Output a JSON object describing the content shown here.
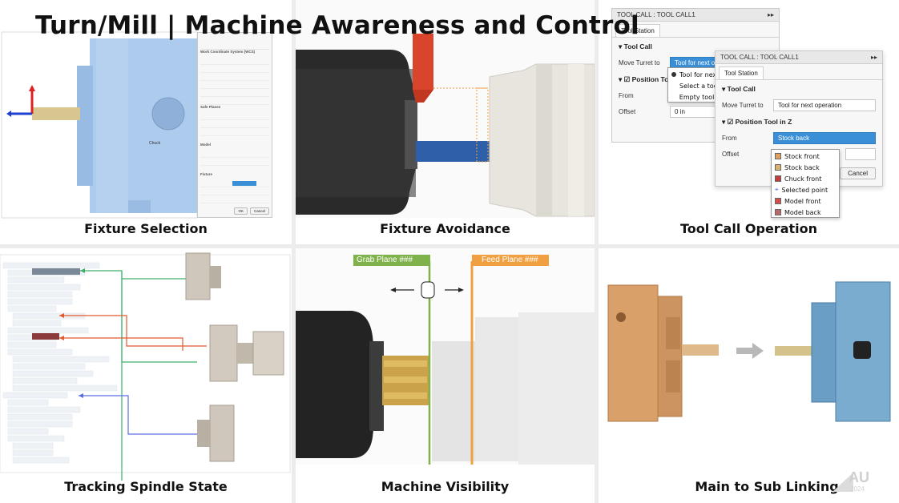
{
  "title": "Turn/Mill | Machine Awareness and Control",
  "captions": {
    "fixture_selection": "Fixture Selection",
    "fixture_avoidance": "Fixture Avoidance",
    "tool_call_operation": "Tool Call Operation",
    "tracking_spindle_state": "Tracking Spindle State",
    "machine_visibility": "Machine Visibility",
    "main_to_sub_linking": "Main to Sub Linking"
  },
  "watermark": {
    "brand": "AU",
    "year": "2024"
  },
  "fixture_panel": {
    "sections": [
      "Work Coordinate System (WCS)",
      "Safe Planes",
      "Model",
      "Fixture"
    ],
    "buttons": {
      "ok": "OK",
      "cancel": "Cancel"
    },
    "tooltip": "Chuck"
  },
  "tool_call_back": {
    "header": "TOOL CALL : TOOL CALL1",
    "tab": "Tool Station",
    "section_tool_call": "Tool Call",
    "move_turret_label": "Move Turret to",
    "move_turret_value": "Tool for next op",
    "section_position": "Position To",
    "from_label": "From",
    "offset_label": "Offset",
    "offset_value": "0 in",
    "options": [
      "Tool for next",
      "Select a tool",
      "Empty tool s"
    ]
  },
  "tool_call_front": {
    "header": "TOOL CALL : TOOL CALL1",
    "tab": "Tool Station",
    "section_tool_call": "Tool Call",
    "move_turret_label": "Move Turret to",
    "move_turret_value": "Tool for next operation",
    "section_position": "Position Tool in Z",
    "from_label": "From",
    "from_value": "Stock back",
    "offset_label": "Offset",
    "cancel": "Cancel",
    "from_options": [
      "Stock front",
      "Stock back",
      "Chuck front",
      "Selected point",
      "Model front",
      "Model back"
    ]
  },
  "machine_visibility": {
    "grab_plane": "Grab Plane ###",
    "feed_plane": "Feed Plane ###"
  },
  "colors": {
    "grab_plane": "#7fb24a",
    "feed_plane": "#f0a040",
    "fixture_blue": "#a9c8ec",
    "dialog_accent": "#3a8fd6",
    "arrow_green": "#3bb06a",
    "arrow_red": "#e05a2e",
    "arrow_blue": "#5a6ee0"
  }
}
